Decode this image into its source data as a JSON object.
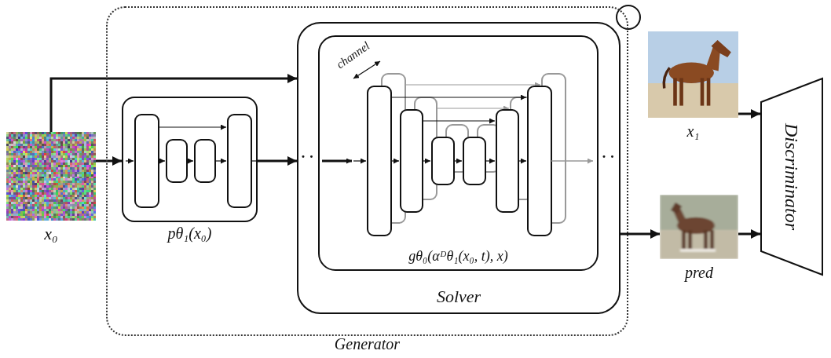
{
  "diagram": {
    "nodes": [
      {
        "text": [
          "x₀"
        ]
      },
      {
        "text": [
          "Generator"
        ]
      },
      {
        "text": [
          "pθ₁(x₀)"
        ],
        "in": 1
      },
      {
        "text": [
          "Solver"
        ],
        "in": 1
      },
      {
        "text": [
          "gθ₀(αᴰθ₁(x₀, t), x)"
        ],
        "in": 3
      },
      {
        "text": [
          "x₁"
        ]
      },
      {
        "text": [
          "pred"
        ]
      },
      {
        "text": [
          "Discriminator"
        ]
      }
    ],
    "edges": [
      {
        "from": 0,
        "to": 2,
        "arrow": "to"
      },
      {
        "from": 0,
        "to": 3,
        "arrow": "to"
      },
      {
        "from": 2,
        "to": 3,
        "arrow": "to"
      },
      {
        "from": 3,
        "to": 6,
        "arrow": "to"
      },
      {
        "from": 5,
        "to": 7,
        "arrow": "to"
      },
      {
        "from": 6,
        "to": 7,
        "arrow": "to"
      }
    ],
    "labels": [
      "channel",
      "· ·",
      "· ·"
    ]
  }
}
